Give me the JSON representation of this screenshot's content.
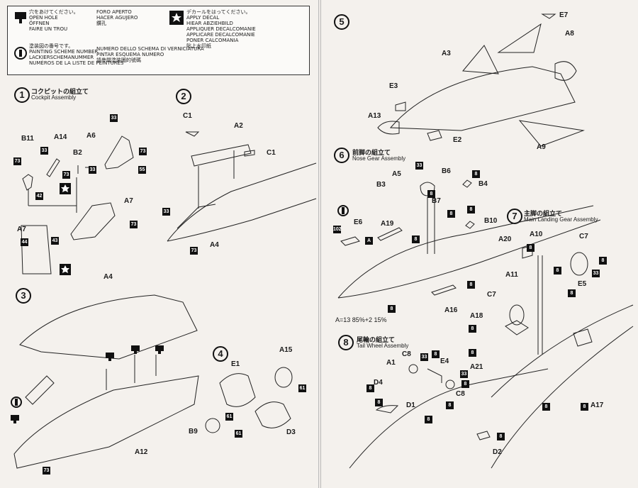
{
  "legend": {
    "open_hole_lines": [
      "穴をあけてください。",
      "OPEN HOLE",
      "ÖFFNEN",
      "FAIRE UN TROU"
    ],
    "open_hole_lines2": [
      "FORO APERTO",
      "HACER AGUJERO",
      "鑽孔"
    ],
    "paint_lines": [
      "塗装図の番号です。",
      "PAINTING SCHEME NUMBER",
      "LACKIERSCHEMANUMMER",
      "NUMÉROS DE LA LISTE DE PEINTURES"
    ],
    "paint_lines2": [
      "NUMERO DELLO SCHEMA DI VERNICIATURA",
      "PINTAR ESQUEMA NUMERO",
      "請參閱塗裝圖的號碼"
    ],
    "decal_lines": [
      "デカールをはってください。",
      "APPLY DECAL",
      "HIEAR ABZIEHBILD",
      "APPLIQUER DECALCOMANIE",
      "APPLICARE DECALCOMANIE",
      "PONER CALCOMANIA",
      "貼上水印紙"
    ]
  },
  "steps": {
    "s1": {
      "num": "1",
      "jp": "コクピットの組立て",
      "en": "Cockpit Assembly"
    },
    "s2": {
      "num": "2"
    },
    "s3": {
      "num": "3"
    },
    "s4": {
      "num": "4"
    },
    "s5": {
      "num": "5"
    },
    "s6": {
      "num": "6",
      "jp": "前脚の組立て",
      "en": "Nose Gear Assembly"
    },
    "s7": {
      "num": "7",
      "jp": "主脚の組立て",
      "en": "Main Landing Gear Assembly"
    },
    "s8": {
      "num": "8",
      "jp": "尾輪の組立て",
      "en": "Tail Wheel Assembly"
    }
  },
  "labels": {
    "B11": "B11",
    "A14": "A14",
    "A6": "A6",
    "B2": "B2",
    "A7": "A7",
    "A7b": "A7",
    "C1": "C1",
    "A2": "A2",
    "C1b": "C1",
    "A4": "A4",
    "A4b": "A4",
    "A12": "A12",
    "E1": "E1",
    "A15": "A15",
    "B9": "B9",
    "D3": "D3",
    "E7": "E7",
    "A8": "A8",
    "A3": "A3",
    "E3": "E3",
    "A13": "A13",
    "E2": "E2",
    "A9": "A9",
    "A5": "A5",
    "B6": "B6",
    "B3": "B3",
    "B4": "B4",
    "B7": "B7",
    "B10": "B10",
    "E6": "E6",
    "A19": "A19",
    "A16": "A16",
    "A20": "A20",
    "A10": "A10",
    "C7": "C7",
    "E5": "E5",
    "A11": "A11",
    "C7b": "C7",
    "A18": "A18",
    "A21": "A21",
    "A17": "A17",
    "C8": "C8",
    "E4": "E4",
    "A1": "A1",
    "C8b": "C8",
    "D4": "D4",
    "D1": "D1",
    "D2": "D2"
  },
  "tags": {
    "t33": "33",
    "t73": "73",
    "t55": "55",
    "t42": "42",
    "t44": "44",
    "t43": "43",
    "t61": "61",
    "t8": "8",
    "t102": "102",
    "tA": "A"
  },
  "notes": {
    "paint_mix": "A=13 85%+2 15%"
  }
}
